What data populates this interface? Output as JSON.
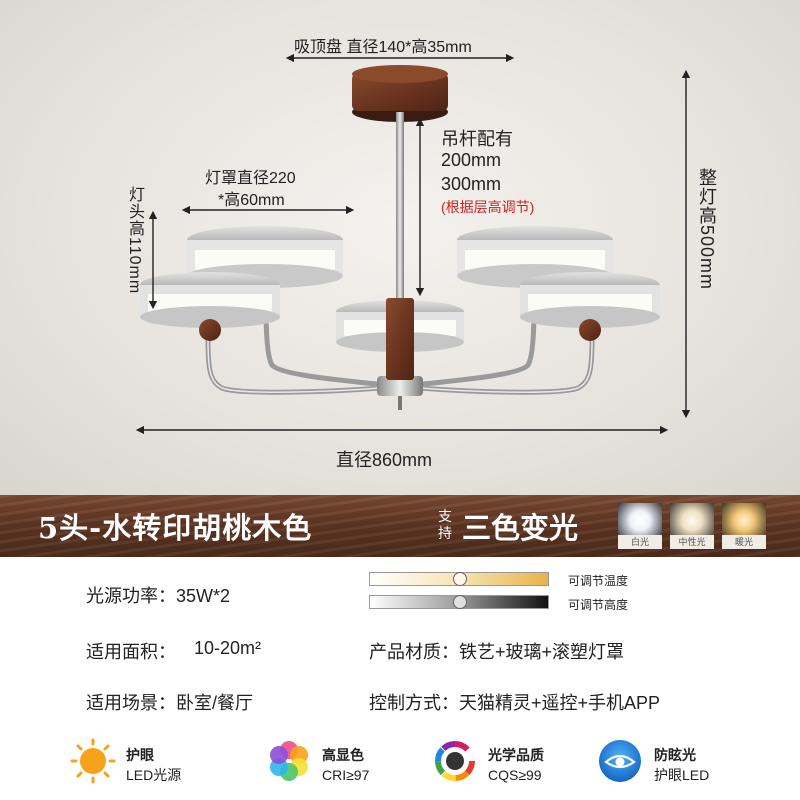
{
  "dimensions": {
    "canopy": "吸顶盘 直径140*高35mm",
    "rod_title": "吊杆配有",
    "rod_opt1": "200mm",
    "rod_opt2": "300mm",
    "rod_note": "(根据层高调节)",
    "shade_line1": "灯罩直径220",
    "shade_line2": "*高60mm",
    "head_height": "灯头高110mm",
    "total_height": "整灯高500mm",
    "diameter": "直径860mm"
  },
  "banner": {
    "model": "5头-水转印胡桃木色",
    "support": "支持",
    "three_color": "三色变光",
    "swatches": [
      {
        "label": "白光",
        "color": "#f4f7fb"
      },
      {
        "label": "中性光",
        "color": "#f3e7cf"
      },
      {
        "label": "暖光",
        "color": "#f1cf8a"
      }
    ]
  },
  "specs": {
    "power": "光源功率：35W*2",
    "slider_temp": "可调节温度",
    "slider_brightness": "可调节高度",
    "area": "适用面积：",
    "area_value": "10-20m²",
    "material": "产品材质：铁艺+玻璃+滚塑灯罩",
    "scene": "适用场景：卧室/餐厅",
    "control": "控制方式：天猫精灵+遥控+手机APP"
  },
  "features": [
    {
      "title": "护眼",
      "sub": "LED光源"
    },
    {
      "title": "高显色",
      "sub": "CRI≥97"
    },
    {
      "title": "光学品质",
      "sub": "CQS≥99"
    },
    {
      "title": "防眩光",
      "sub": "护眼LED"
    }
  ]
}
